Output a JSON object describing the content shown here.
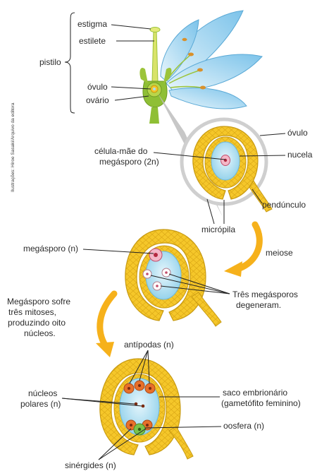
{
  "credit": "Ilustrações: Hiroe Sasaki/Arquivo da editora",
  "flower": {
    "pistilo": "pistilo",
    "estigma": "estigma",
    "estilete": "estilete",
    "ovulo": "óvulo",
    "ovario": "ovário"
  },
  "stage1": {
    "celula_line1": "célula-mãe do",
    "celula_line2": "megásporo (2n)",
    "ovulo": "óvulo",
    "nucela": "nucela",
    "pendunculo": "pendúnculo",
    "micropila": "micrópila"
  },
  "arrow1": {
    "label": "meiose"
  },
  "stage2": {
    "megasporo": "megásporo (n)",
    "tres_line1": "Três megásporos",
    "tres_line2": "degeneram."
  },
  "arrow2": {
    "line1": "Megásporo sofre",
    "line2": "três mitoses,",
    "line3": "produzindo oito",
    "line4": "núcleos."
  },
  "stage3": {
    "antipodas": "antípodas (n)",
    "nucleos_line1": "núcleos",
    "nucleos_line2": "polares (n)",
    "saco_line1": "saco embrionário",
    "saco_line2": "(gametófito feminino)",
    "oosfera": "oosfera (n)",
    "sinergides": "sinérgides (n)"
  },
  "colors": {
    "ovule_yellow": "#f5c72a",
    "ovule_stroke": "#c79a12",
    "sac_blue": "#a9dcef",
    "arrow_orange": "#f6b11b",
    "petal_blue": "#8fcdee",
    "stem_green": "#9cc43a",
    "nucleus_red": "#d84b64",
    "cell_orange": "#e8702a",
    "cell_green": "#7cc24a",
    "zoom_gray": "#bdbdbd"
  }
}
